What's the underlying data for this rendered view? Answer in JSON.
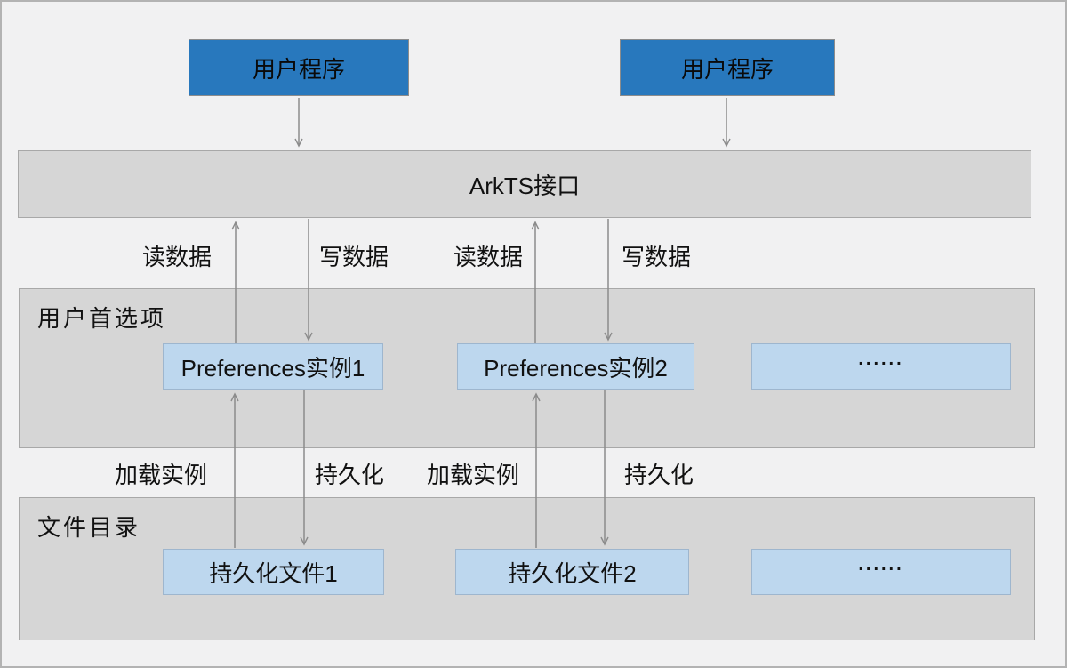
{
  "apps": [
    {
      "label": "用户程序"
    },
    {
      "label": "用户程序"
    }
  ],
  "api_bar": {
    "label": "ArkTS接口"
  },
  "flow_top": {
    "read_1": "读数据",
    "write_1": "写数据",
    "read_2": "读数据",
    "write_2": "写数据"
  },
  "preferences_group": {
    "title": "用户首选项",
    "instances": [
      {
        "label": "Preferences实例1"
      },
      {
        "label": "Preferences实例2"
      },
      {
        "label": "......"
      }
    ]
  },
  "flow_bottom": {
    "load_1": "加载实例",
    "persist_1": "持久化",
    "load_2": "加载实例",
    "persist_2": "持久化"
  },
  "files_group": {
    "title": "文件目录",
    "files": [
      {
        "label": "持久化文件1"
      },
      {
        "label": "持久化文件2"
      },
      {
        "label": "......"
      }
    ]
  },
  "colors": {
    "background": "#f1f1f2",
    "frame_border": "#b3b3b3",
    "app_box_fill": "#2878bd",
    "group_fill": "#d6d6d6",
    "group_border": "#a8a8a8",
    "instance_box_fill": "#bdd7ee",
    "instance_box_border": "#9eb6ce",
    "arrow": "#8c8c8c"
  }
}
